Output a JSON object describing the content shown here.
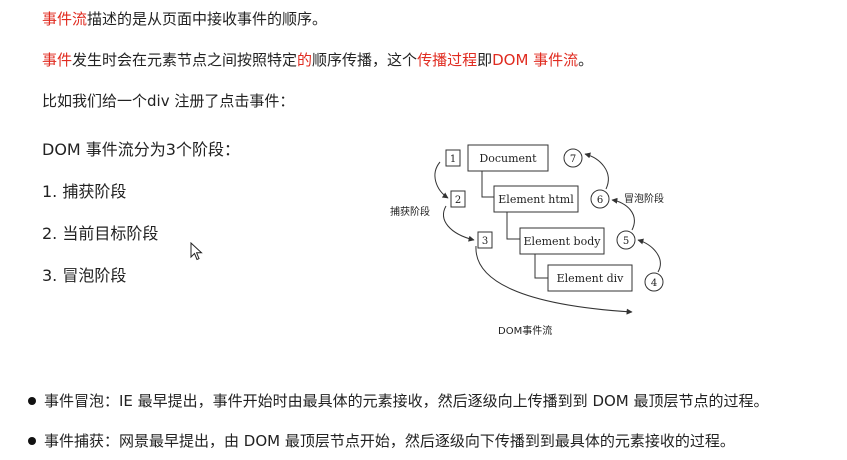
{
  "intro": {
    "line1": {
      "red": "事件流",
      "rest": "描述的是从页面中接收事件的顺序。"
    },
    "line2": {
      "p1_red": "事件",
      "p2": "发生时会在元素节点之间按照特定",
      "p3_red": "的",
      "p4": "顺序传播，这个",
      "p5_red": "传播过程",
      "p6": "即",
      "p7_red": "DOM 事件流",
      "p8": "。"
    },
    "line3": "比如我们给一个div 注册了点击事件："
  },
  "phases": {
    "title": "DOM 事件流分为3个阶段：",
    "items": [
      "1. 捕获阶段",
      "2. 当前目标阶段",
      "3. 冒泡阶段"
    ]
  },
  "diagram": {
    "nodes": [
      "Document",
      "Element html",
      "Element body",
      "Element div"
    ],
    "capture_steps": [
      "1",
      "2",
      "3"
    ],
    "bubble_steps": [
      "4",
      "5",
      "6",
      "7"
    ],
    "capture_label": "捕获阶段",
    "bubble_label": "冒泡阶段",
    "caption": "DOM事件流"
  },
  "bullets": [
    "事件冒泡：IE 最早提出，事件开始时由最具体的元素接收，然后逐级向上传播到到 DOM 最顶层节点的过程。",
    "事件捕获：网景最早提出，由 DOM 最顶层节点开始，然后逐级向下传播到到最具体的元素接收的过程。"
  ]
}
